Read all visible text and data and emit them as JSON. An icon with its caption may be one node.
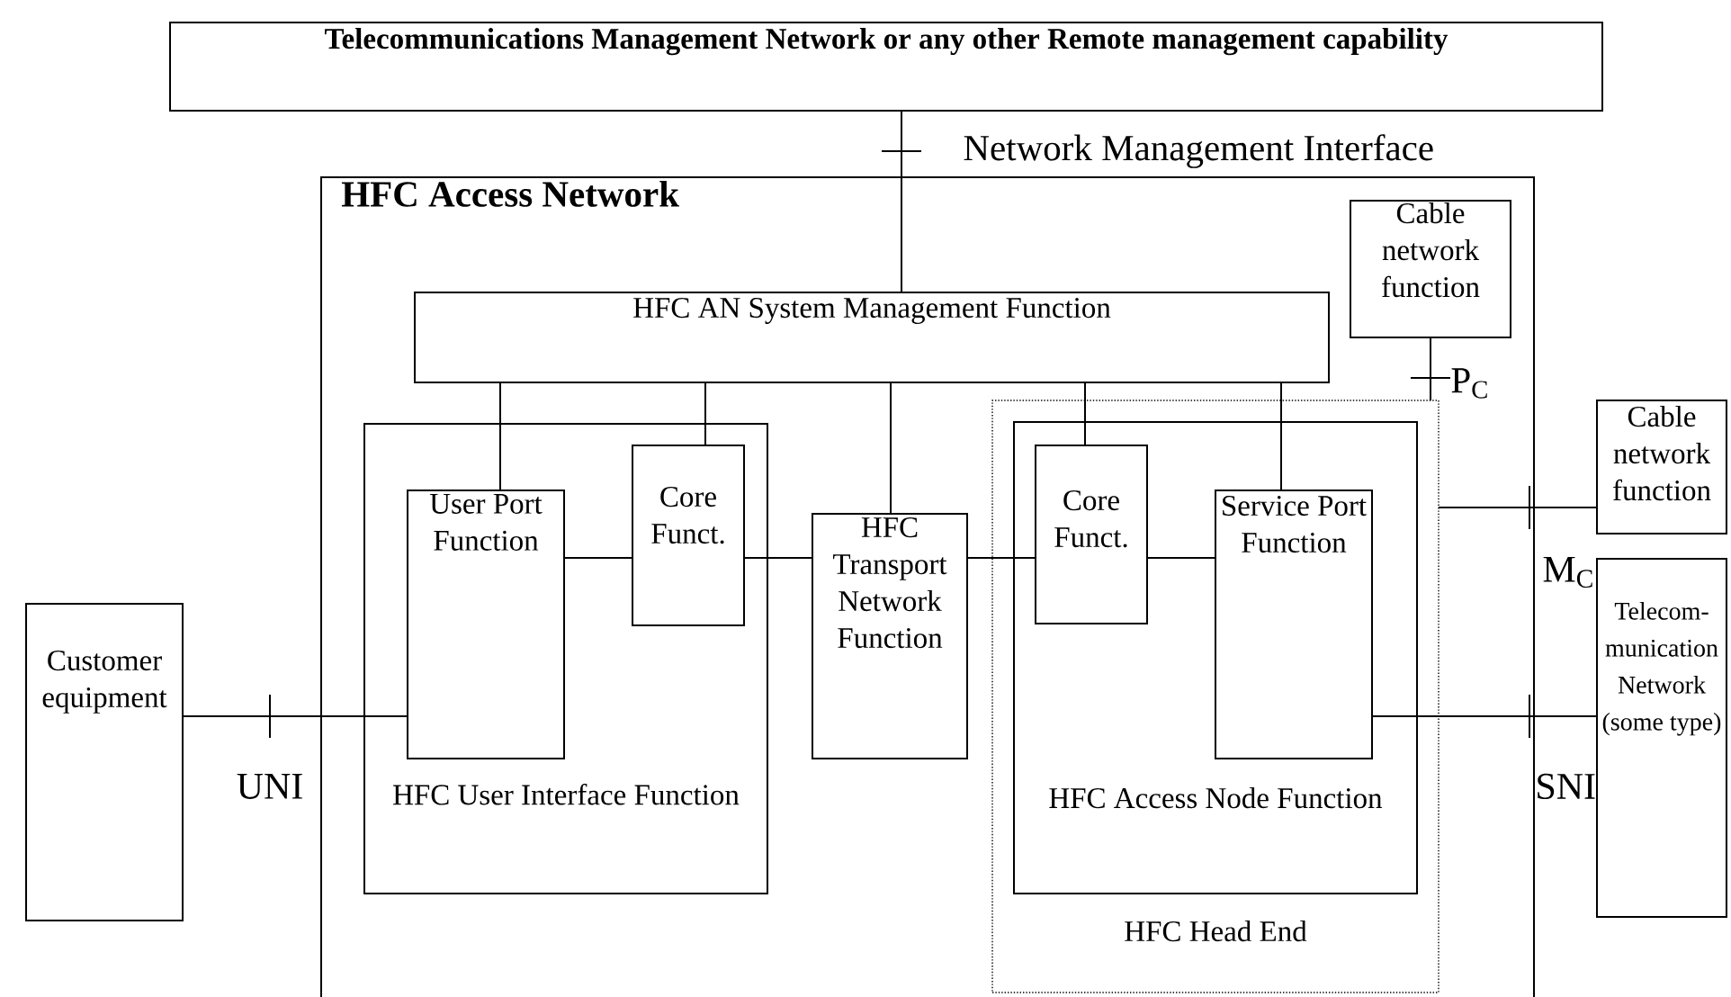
{
  "diagram": {
    "nodes": [
      {
        "text": [
          "Telecommunications Management Network or any other Remote management capability"
        ]
      },
      {
        "text": [
          "HFC Access Network"
        ]
      },
      {
        "text": [
          "HFC AN System Management Function"
        ],
        "in": 1
      },
      {
        "text": [
          "Cable network function"
        ],
        "in": 1
      },
      {
        "text": [
          "HFC User Interface Function"
        ],
        "in": 1
      },
      {
        "text": [
          "User Port Function"
        ],
        "in": 4
      },
      {
        "text": [
          "Core Funct."
        ],
        "in": 4
      },
      {
        "text": [
          "HFC Transport Network Function"
        ],
        "in": 1
      },
      {
        "text": [
          "HFC Head End"
        ],
        "in": 1
      },
      {
        "text": [
          "HFC Access Node Function"
        ],
        "in": 8
      },
      {
        "text": [
          "Core Funct."
        ],
        "in": 9
      },
      {
        "text": [
          "Service Port Function"
        ],
        "in": 9
      },
      {
        "text": [
          "Cable network function"
        ]
      },
      {
        "text": [
          "Telecom-munication Network (some type)"
        ]
      },
      {
        "text": [
          "Customer equipment"
        ]
      }
    ],
    "edges": [
      {
        "from": 0,
        "to": 2,
        "arrow": "none",
        "label": "Network Management Interface"
      },
      {
        "from": 2,
        "to": 5,
        "arrow": "none"
      },
      {
        "from": 2,
        "to": 6,
        "arrow": "none"
      },
      {
        "from": 2,
        "to": 7,
        "arrow": "none"
      },
      {
        "from": 2,
        "to": 10,
        "arrow": "none"
      },
      {
        "from": 2,
        "to": 11,
        "arrow": "none"
      },
      {
        "from": 3,
        "to": 8,
        "arrow": "none",
        "label": "P$_{C}$"
      },
      {
        "from": 5,
        "to": 6,
        "arrow": "none"
      },
      {
        "from": 6,
        "to": 7,
        "arrow": "none"
      },
      {
        "from": 7,
        "to": 10,
        "arrow": "none"
      },
      {
        "from": 10,
        "to": 11,
        "arrow": "none"
      },
      {
        "from": 14,
        "to": 5,
        "arrow": "none",
        "label": "UNI"
      },
      {
        "from": 8,
        "to": 12,
        "arrow": "none",
        "label": "M$_{C}$"
      },
      {
        "from": 11,
        "to": 13,
        "arrow": "none",
        "label": "SNI"
      }
    ]
  }
}
